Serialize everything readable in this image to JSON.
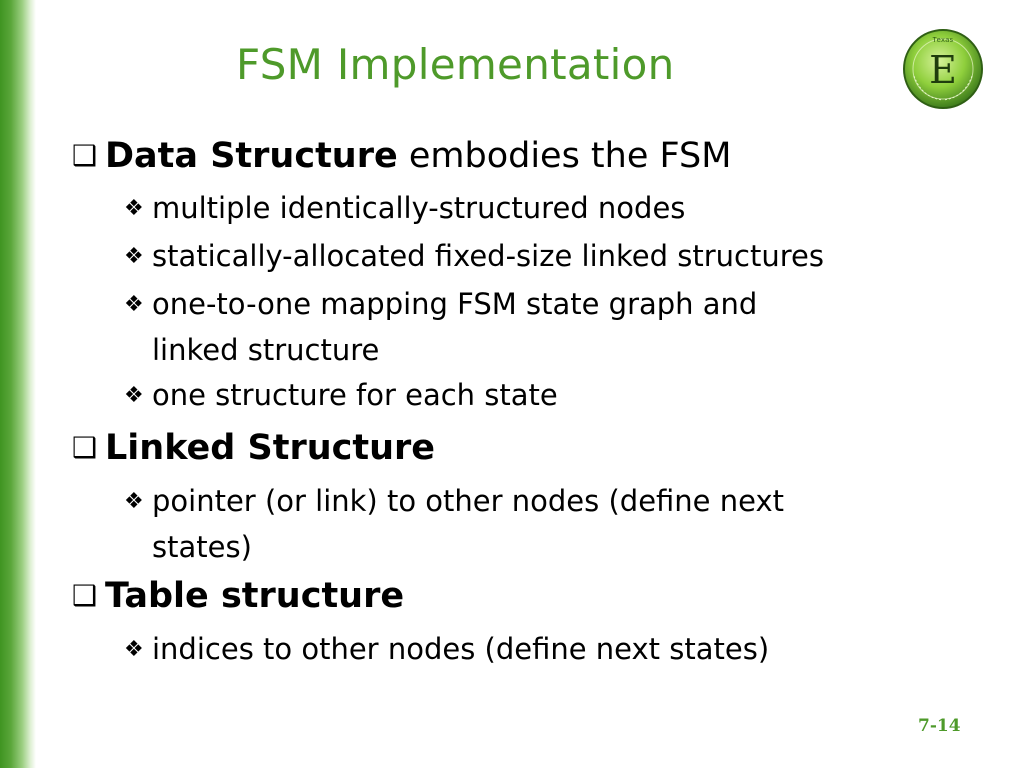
{
  "slide": {
    "title": "FSM Implementation",
    "page_number": "7-14"
  },
  "logo": {
    "letter": "E",
    "ring_text": "Texas"
  },
  "bullets": {
    "b1": {
      "bold": "Data Structure",
      "rest": " embodies the FSM"
    },
    "b1_1": "multiple identically-structured nodes",
    "b1_2": "statically-allocated fixed-size linked structures",
    "b1_3_line1": "one-to-one mapping FSM state graph and",
    "b1_3_line2": "linked structure",
    "b1_4": "one structure for each state",
    "b2": {
      "bold": "Linked Structure"
    },
    "b2_1_line1": "pointer (or link) to other nodes (define next",
    "b2_1_line2": "states)",
    "b3": {
      "bold": "Table structure"
    },
    "b3_1": "indices to other nodes (define next states)"
  },
  "icons": {
    "level1_bullet": "hollow-square-bullet",
    "level2_bullet": "four-diamond-bullet"
  },
  "colors": {
    "accent_green": "#4e9a2a",
    "sidebar_green": "#3f9421",
    "text": "#000000"
  }
}
